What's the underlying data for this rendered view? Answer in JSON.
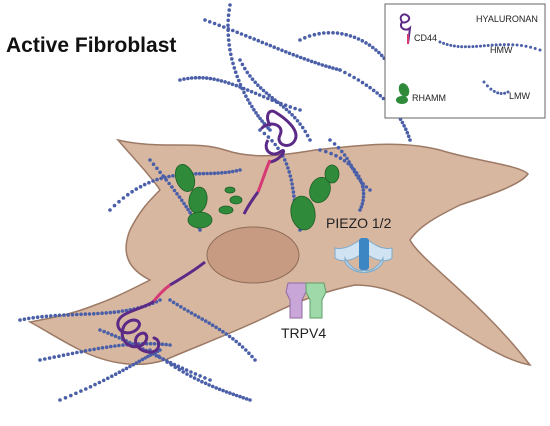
{
  "title": "Active Fibroblast",
  "legend": {
    "cd44": "CD44",
    "hyaluronan": "HYALURONAN",
    "hmw": "HMW",
    "rhamm": "RHAMM",
    "lmw": "LMW"
  },
  "labels": {
    "piezo": "PIEZO 1/2",
    "trpv4": "TRPV4"
  },
  "colors": {
    "cell_fill": "#d8b7a1",
    "cell_stroke": "#9c7a66",
    "nucleus": "#c79b82",
    "hyaluronan_beads": "#4a5fa8",
    "cd44": "#5b2a86",
    "cd44_stalk": "#d63a74",
    "rhamm": "#2f8a3a",
    "piezo": "#cfe3f2",
    "trpv4_left": "#c9a6d8",
    "trpv4_right": "#9fd8a9"
  }
}
